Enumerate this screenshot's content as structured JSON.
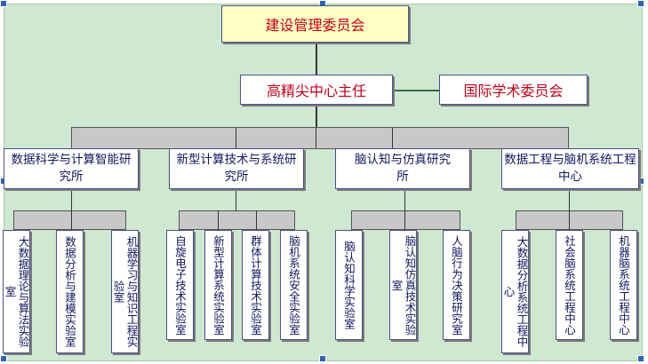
{
  "top": {
    "committee": "建设管理委员会",
    "director": "高精尖中心主任",
    "academic": "国际学术委员会"
  },
  "institutes": [
    {
      "name": "数据科学与计算智能研究所",
      "labs": [
        "大数据理论与算法实验室",
        "数据分析与建模实验室",
        "机器学习与知识工程实验室"
      ]
    },
    {
      "name": "新型计算技术与系统研究所",
      "labs": [
        "自旋电子技术实验室",
        "新型计算系统实验室",
        "群体计算技术实验室",
        "脑机系统安全实验室"
      ]
    },
    {
      "name": "脑认知与仿真研究所",
      "labs": [
        "脑认知科学实验室",
        "脑认知仿真技术实验室",
        "人脑行为决策研究室"
      ]
    },
    {
      "name": "数据工程与脑机系统工程中心",
      "labs": [
        "大数据分析系统工程中心",
        "社会脑系统工程中心",
        "机器脑系统工程中心"
      ]
    }
  ],
  "colors": {
    "background": "#cfe8d1",
    "title_fill": "#ffffc4",
    "red_text": "#c0001b",
    "navy_text": "#11165e"
  }
}
